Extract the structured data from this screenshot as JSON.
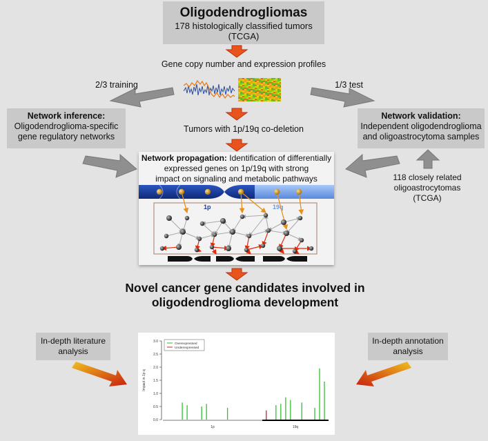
{
  "title_box": {
    "heading": "Oligodendrogliomas",
    "line1": "178 histologically classified tumors",
    "line2": "(TCGA)"
  },
  "profiles_label": "Gene copy number and expression profiles",
  "training_label": "2/3 training",
  "test_label": "1/3 test",
  "inference_box": {
    "heading": "Network inference:",
    "line1": "Oligodendroglioma-specific",
    "line2": "gene regulatory networks"
  },
  "codeletion_label": "Tumors with 1p/19q co-deletion",
  "validation_box": {
    "heading": "Network validation:",
    "line1": "Independent oligodendroglioma",
    "line2": "and oligoastrocytoma samples"
  },
  "oligoastro_note": {
    "line1": "118 closely related",
    "line2": "oligoastrocytomas",
    "line3": "(TCGA)"
  },
  "propagation": {
    "heading": "Network propagation:",
    "line1_rest": " Identification of differentially",
    "line2": "expressed genes on 1p/19q with strong",
    "line3": "impact on signaling and metabolic pathways",
    "arm_1p": "1p",
    "arm_19q": "19q"
  },
  "novel": {
    "line1": "Novel cancer gene candidates involved in",
    "line2": "oligodendroglioma development"
  },
  "literature_box": {
    "line1": "In-depth literature",
    "line2": "analysis"
  },
  "annotation_box": {
    "line1": "In-depth annotation",
    "line2": "analysis"
  },
  "colors": {
    "arrow_orange": "#e8541c",
    "arrow_grey": "#8f8f8f",
    "chrom_1p": "#1a3e9a",
    "chrom_19q": "#6a9ae6",
    "over": "#2ec22e",
    "under": "#cc2222"
  },
  "chart_data": {
    "type": "bar",
    "ylabel": "Impact in 1p q",
    "ylim": [
      0,
      3.0
    ],
    "yticks": [
      "0.0",
      "0.5",
      "1.0",
      "1.5",
      "2.0",
      "2.5",
      "3.0"
    ],
    "legend": [
      "Overexpressed",
      "Underexpressed"
    ],
    "x_arms": [
      "1p",
      "19q"
    ],
    "series": [
      {
        "name": "Overexpressed",
        "x": [
          0.12,
          0.15,
          0.24,
          0.27,
          0.4,
          0.7,
          0.73,
          0.76,
          0.79,
          0.86,
          0.94,
          0.97,
          1.0
        ],
        "values": [
          0.65,
          0.55,
          0.5,
          0.6,
          0.45,
          0.55,
          0.6,
          0.85,
          0.75,
          0.65,
          0.45,
          1.95,
          1.45
        ]
      },
      {
        "name": "Underexpressed",
        "x": [
          0.64
        ],
        "values": [
          0.35
        ]
      }
    ]
  }
}
